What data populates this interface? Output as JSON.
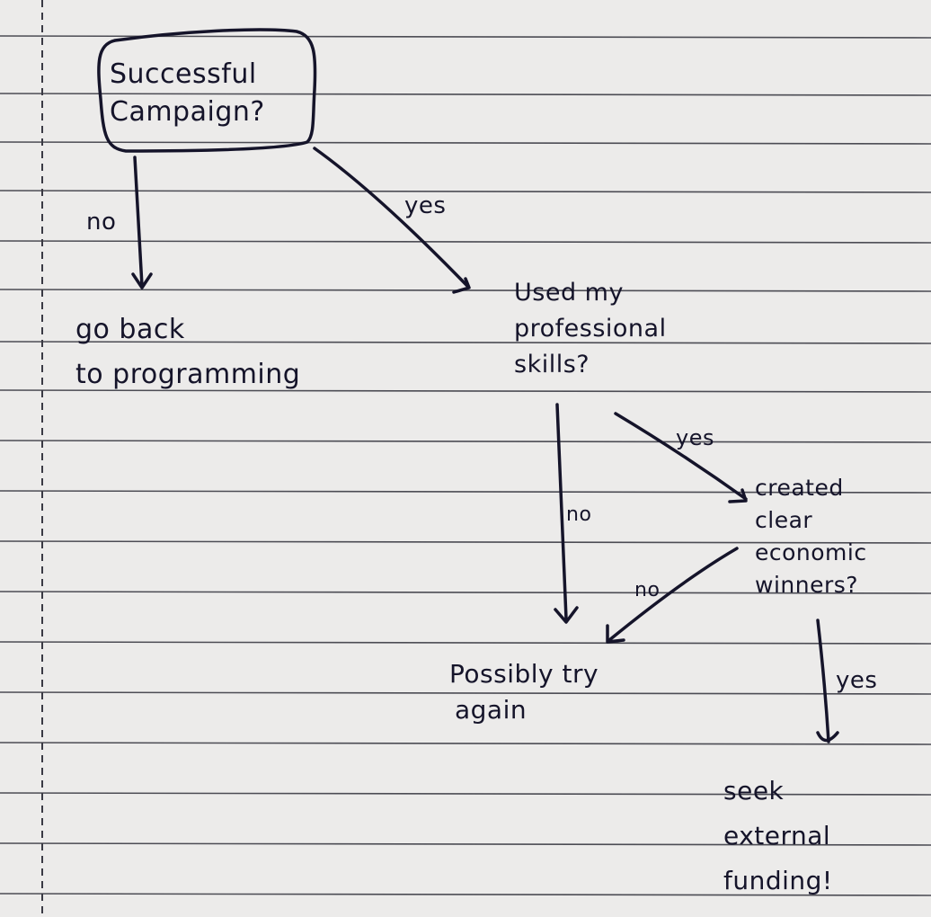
{
  "colors": {
    "paper": "#ecebea",
    "rule_line": "#31313b",
    "margin_dash": "#3a3a44",
    "ink": "#15142a"
  },
  "nodes": {
    "successful_campaign": [
      "Successful",
      "Campaign?"
    ],
    "go_back": [
      "go back",
      "to programming"
    ],
    "used_skills": [
      "Used my",
      "professional",
      "skills?"
    ],
    "created_winners": [
      "created",
      "clear",
      "economic",
      "winners?"
    ],
    "try_again": [
      "Possibly try",
      "again"
    ],
    "seek_funding": [
      "seek",
      "external",
      "funding!"
    ]
  },
  "edge_labels": {
    "campaign_no": "no",
    "campaign_yes": "yes",
    "skills_yes": "yes",
    "skills_no": "no",
    "winners_no": "no",
    "winners_yes": "yes"
  }
}
